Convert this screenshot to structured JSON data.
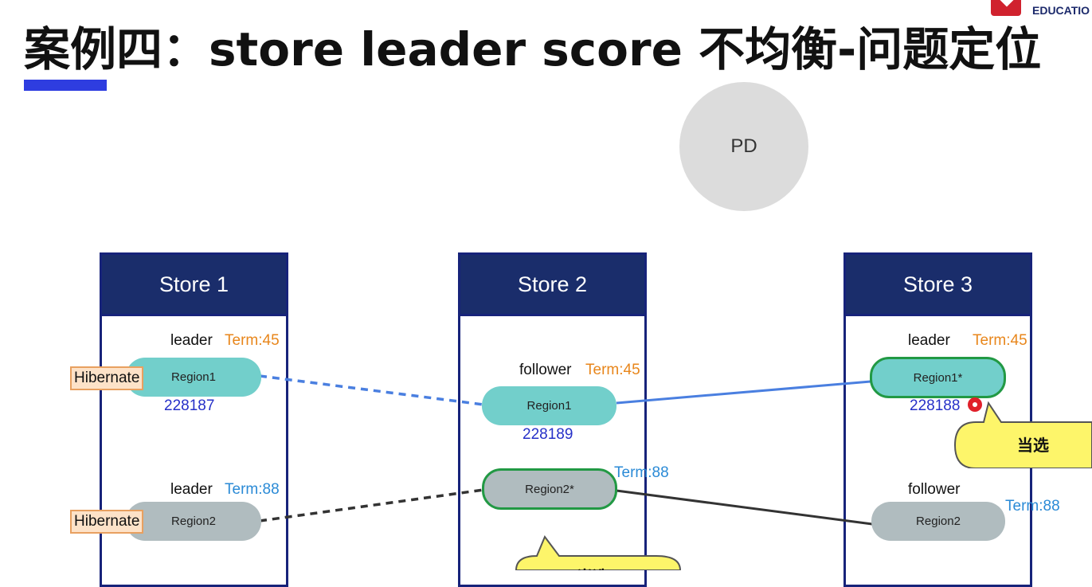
{
  "title": "案例四：store leader score 不均衡-问题定位",
  "logo": {
    "text": "EDUCATIO"
  },
  "pd": {
    "label": "PD"
  },
  "stores": [
    {
      "name": "Store 1"
    },
    {
      "name": "Store 2"
    },
    {
      "name": "Store 3"
    }
  ],
  "store1": {
    "r1_role": "leader",
    "r1_term": "Term:45",
    "r1_label": "Region1",
    "r1_index": "228187",
    "r1_hibernate": "Hibernate",
    "r2_role": "leader",
    "r2_term": "Term:88",
    "r2_label": "Region2",
    "r2_hibernate": "Hibernate"
  },
  "store2": {
    "r1_role": "follower",
    "r1_term": "Term:45",
    "r1_label": "Region1",
    "r1_index": "228189",
    "r2_term": "Term:88",
    "r2_label": "Region2*"
  },
  "store3": {
    "r1_role": "leader",
    "r1_term": "Term:45",
    "r1_label": "Region1*",
    "r1_index": "228188",
    "r2_role": "follower",
    "r2_term": "Term:88",
    "r2_label": "Region2"
  },
  "callouts": {
    "elected": "当选",
    "elected_partial": "当选"
  },
  "colors": {
    "store_header": "#1a2d6b",
    "teal_region": "#72cfcb",
    "gray_region": "#b0bcbf",
    "term_orange": "#e8861b",
    "term_blue": "#2a8ad6",
    "index_blue": "#2630c8",
    "callout_yellow": "#fdf56a",
    "accent_bar": "#2e3de0"
  }
}
